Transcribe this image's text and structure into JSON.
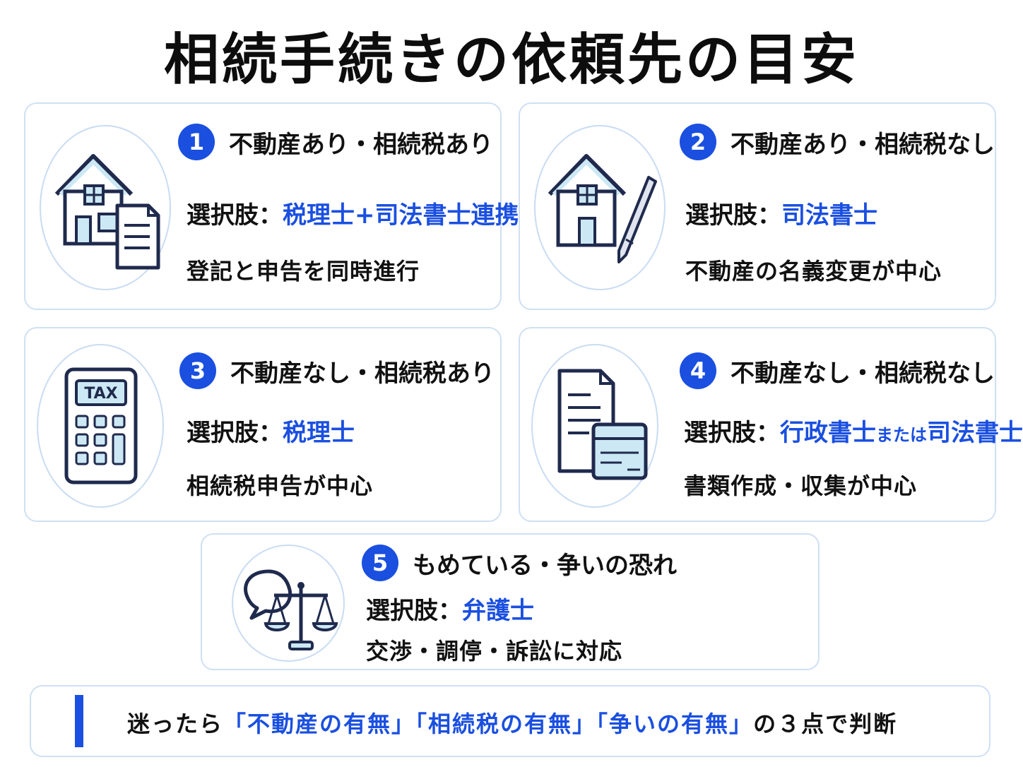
{
  "title": "相続手続きの依頼先の目安",
  "colors": {
    "accent": "#1a4fe0",
    "border": "#cfe0f5",
    "icon_fill": "#cce8f4",
    "icon_stroke": "#1f2a4d"
  },
  "cards": [
    {
      "num": "1",
      "heading": "不動産あり・相続税あり",
      "label": "選択肢：",
      "choice": "税理士+司法書士連携",
      "desc": "登記と申告を同時進行",
      "icon": "house-document-icon"
    },
    {
      "num": "2",
      "heading": "不動産あり・相続税なし",
      "label": "選択肢：",
      "choice": "司法書士",
      "desc": "不動産の名義変更が中心",
      "icon": "house-pen-icon"
    },
    {
      "num": "3",
      "heading": "不動産なし・相続税あり",
      "label": "選択肢：",
      "choice": "税理士",
      "desc": "相続税申告が中心",
      "icon": "tax-calculator-icon"
    },
    {
      "num": "4",
      "heading": "不動産なし・相続税なし",
      "label": "選択肢：",
      "choice_a": "行政書士",
      "choice_or": "または",
      "choice_b": "司法書士",
      "desc": "書類作成・収集が中心",
      "icon": "document-card-icon"
    },
    {
      "num": "5",
      "heading": "もめている・争いの恐れ",
      "label": "選択肢：",
      "choice": "弁護士",
      "desc": "交渉・調停・訴訟に対応",
      "icon": "speech-scale-icon"
    }
  ],
  "footer": {
    "pre": "迷ったら",
    "k1": "「不動産の有無」",
    "k2": "「相続税の有無」",
    "k3": "「争いの有無」",
    "post": "の３点で判断"
  }
}
